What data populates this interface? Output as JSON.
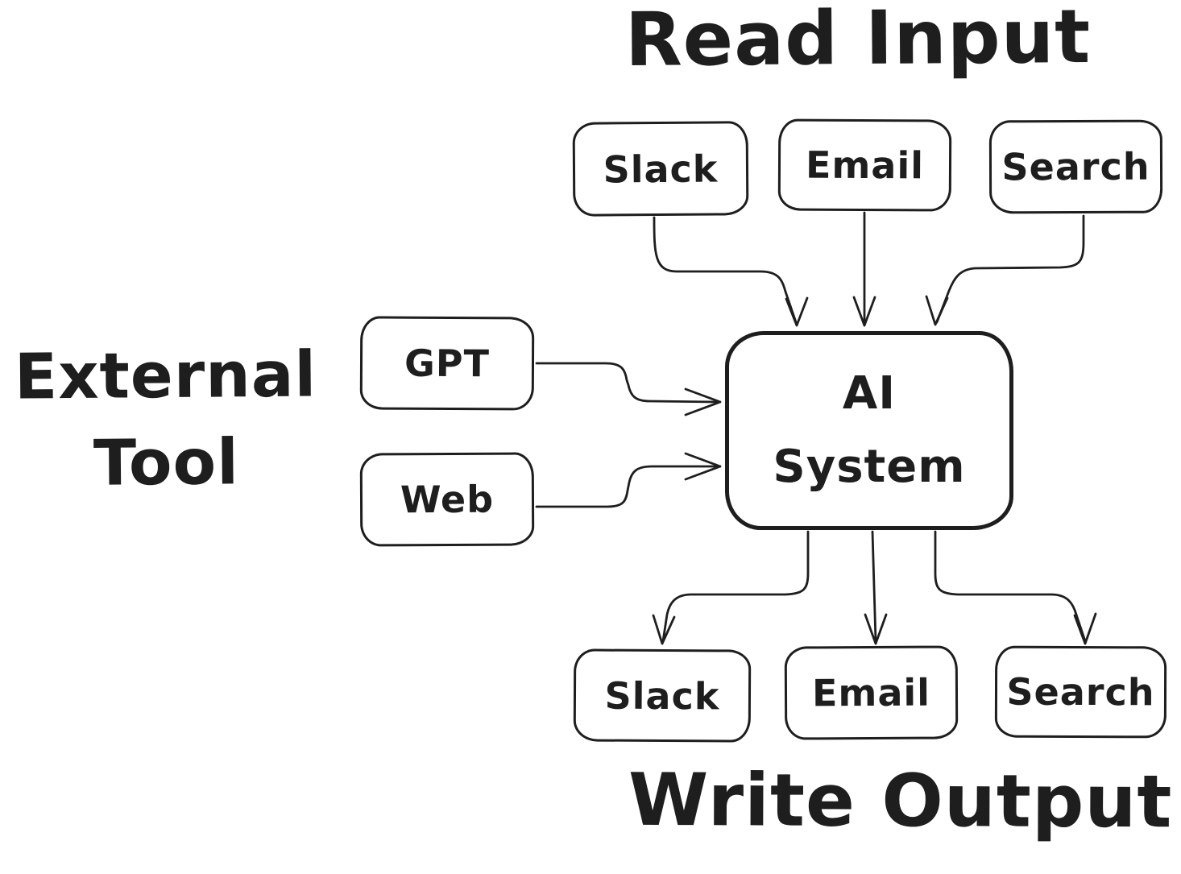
{
  "diagram": {
    "titles": {
      "read_input": "Read Input",
      "write_output": "Write Output",
      "external_tool_line1": "External",
      "external_tool_line2": "Tool"
    },
    "nodes": {
      "input": [
        {
          "label": "Slack"
        },
        {
          "label": "Email"
        },
        {
          "label": "Search"
        }
      ],
      "external": [
        {
          "label": "GPT"
        },
        {
          "label": "Web"
        }
      ],
      "ai": {
        "line1": "AI",
        "line2": "System"
      },
      "output": [
        {
          "label": "Slack"
        },
        {
          "label": "Email"
        },
        {
          "label": "Search"
        }
      ]
    },
    "colors": {
      "stroke": "#1e1e1e",
      "background": "#ffffff"
    }
  }
}
